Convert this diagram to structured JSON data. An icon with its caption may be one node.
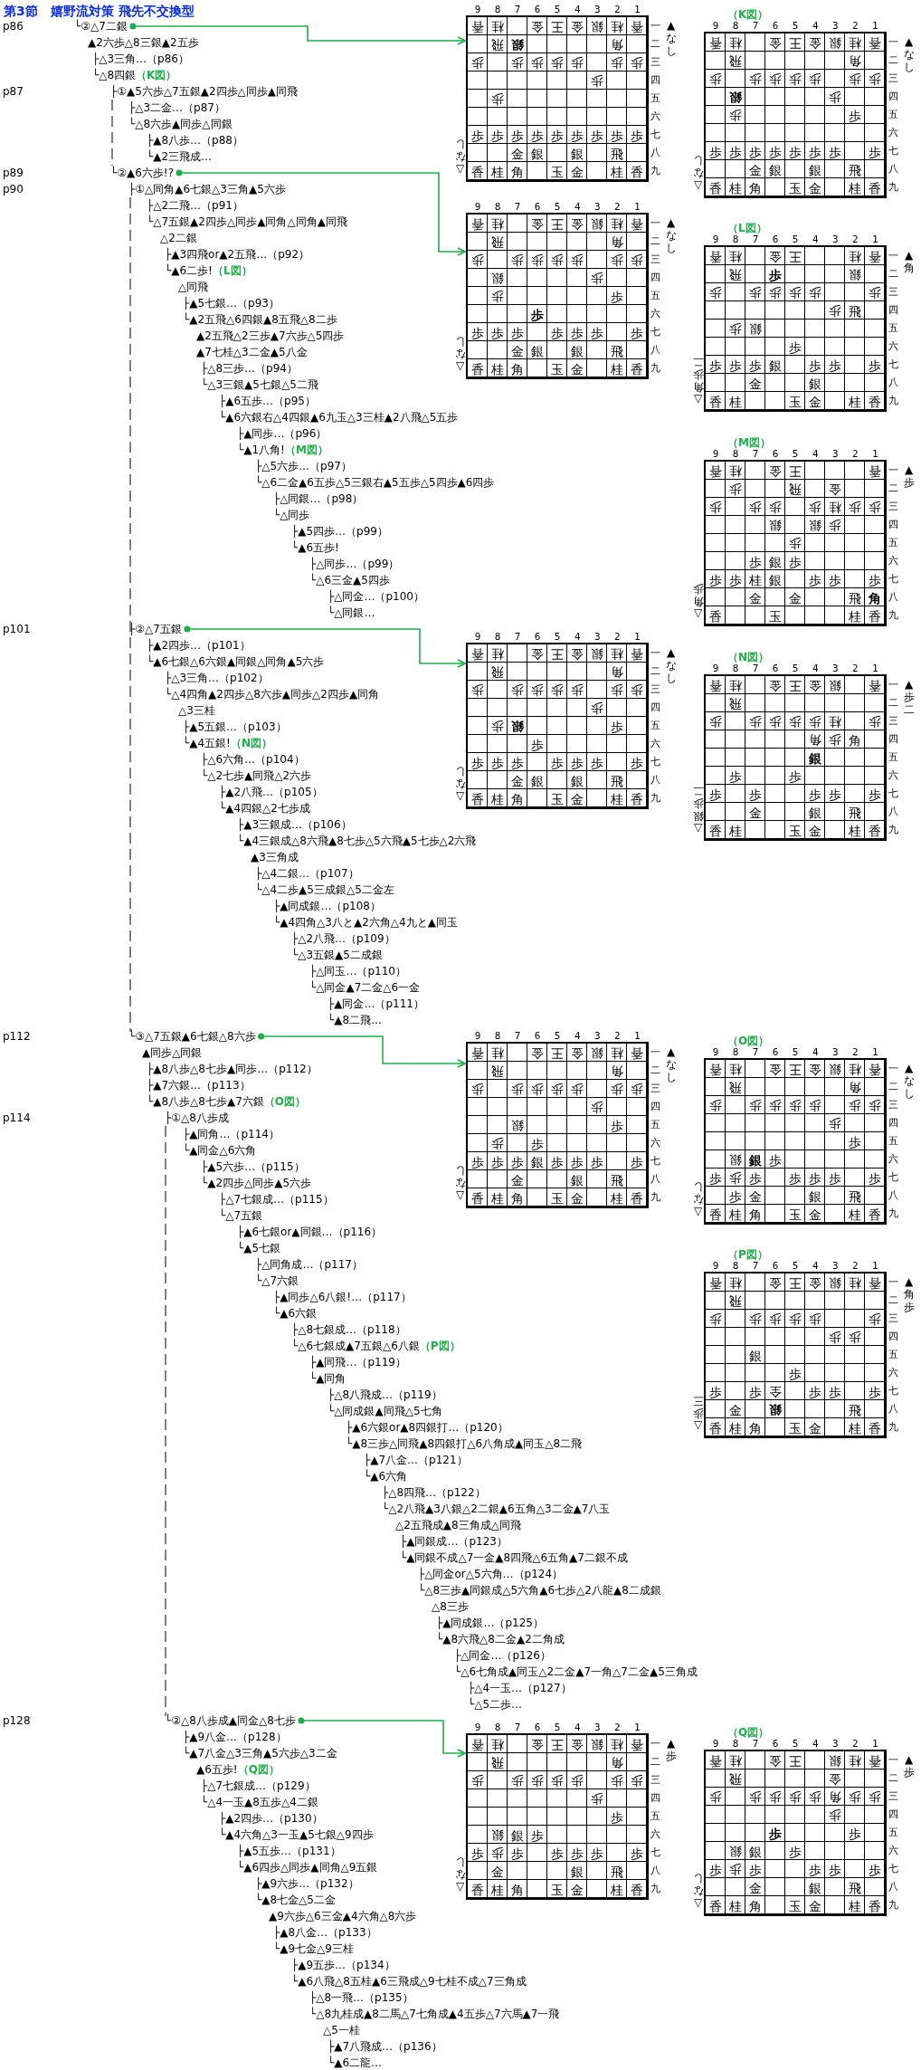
{
  "diagram": {
    "title": "第3節　嬉野流対策 飛先不交換型",
    "nodes": [
      {
        "text": [
          "└②△7二銀"
        ]
      },
      {
        "text": [
          "香",
          "桂",
          "金",
          "王",
          "金",
          "銀",
          "桂",
          "香",
          "飛",
          "銀",
          "角",
          "歩",
          "歩",
          "歩",
          "歩",
          "歩",
          "歩",
          "歩",
          "歩",
          "歩",
          "歩",
          "歩",
          "歩",
          "歩",
          "歩",
          "歩",
          "歩",
          "歩",
          "歩",
          "金",
          "銀",
          "銀",
          "飛",
          "香",
          "桂",
          "角",
          "玉",
          "金",
          "桂",
          "香"
        ],
        "beside": [
          "9 8 7 6 5 4 3 2 1",
          "一二三四五六七八九",
          "▲なし",
          "△なし"
        ]
      },
      {
        "text": [
          "（K図）",
          "香",
          "桂",
          "金",
          "王",
          "金",
          "銀",
          "桂",
          "香",
          "飛",
          "角",
          "歩",
          "歩",
          "歩",
          "歩",
          "歩",
          "歩",
          "歩",
          "銀",
          "歩",
          "歩",
          "歩",
          "歩",
          "歩",
          "歩",
          "歩",
          "歩",
          "歩",
          "歩",
          "歩",
          "金",
          "銀",
          "銀",
          "飛",
          "香",
          "桂",
          "角",
          "玉",
          "金",
          "桂",
          "香"
        ],
        "beside": [
          "9 8 7 6 5 4 3 2 1",
          "一二三四五六七八九",
          "▲なし",
          "△なし"
        ]
      },
      {
        "text": [
          "└②▲6六歩!?"
        ]
      },
      {
        "text": [
          "香",
          "桂",
          "金",
          "王",
          "金",
          "銀",
          "桂",
          "香",
          "飛",
          "角",
          "歩",
          "歩",
          "歩",
          "歩",
          "歩",
          "歩",
          "歩",
          "銀",
          "歩",
          "歩",
          "歩",
          "歩",
          "歩",
          "歩",
          "歩",
          "歩",
          "歩",
          "歩",
          "歩",
          "金",
          "銀",
          "銀",
          "飛",
          "香",
          "桂",
          "角",
          "玉",
          "金",
          "桂",
          "香"
        ],
        "beside": [
          "9 8 7 6 5 4 3 2 1",
          "一二三四五六七八九",
          "▲なし",
          "△なし"
        ]
      },
      {
        "text": [
          "（L図）",
          "香",
          "桂",
          "金",
          "王",
          "桂",
          "香",
          "飛",
          "歩",
          "銀",
          "歩",
          "歩",
          "歩",
          "歩",
          "歩",
          "歩",
          "歩",
          "飛",
          "歩",
          "銀",
          "歩",
          "歩",
          "歩",
          "歩",
          "銀",
          "歩",
          "歩",
          "歩",
          "金",
          "銀",
          "香",
          "桂",
          "玉",
          "金",
          "桂",
          "香"
        ],
        "beside": [
          "9 8 7 6 5 4 3 2 1",
          "一二三四五六七八九",
          "▲角",
          "△角歩二"
        ]
      },
      {
        "text": [
          "（M図）",
          "香",
          "桂",
          "金",
          "王",
          "香",
          "歩",
          "飛",
          "金",
          "歩",
          "歩",
          "歩",
          "歩",
          "桂",
          "歩",
          "歩",
          "銀",
          "銀",
          "歩",
          "歩",
          "歩",
          "銀",
          "歩",
          "歩",
          "歩",
          "桂",
          "銀",
          "歩",
          "歩",
          "歩",
          "金",
          "金",
          "飛",
          "角",
          "香",
          "玉",
          "桂",
          "香"
        ],
        "beside": [
          "9 8 7 6 5 4 3 2 1",
          "一二三四五六七八九",
          "▲歩",
          "△角歩"
        ]
      },
      {
        "text": [
          "├②△7五銀"
        ]
      },
      {
        "text": [
          "香",
          "桂",
          "金",
          "王",
          "金",
          "銀",
          "桂",
          "香",
          "飛",
          "角",
          "歩",
          "歩",
          "歩",
          "歩",
          "歩",
          "歩",
          "歩",
          "歩",
          "歩",
          "銀",
          "歩",
          "歩",
          "歩",
          "歩",
          "歩",
          "歩",
          "歩",
          "歩",
          "歩",
          "金",
          "銀",
          "銀",
          "飛",
          "香",
          "桂",
          "角",
          "玉",
          "金",
          "桂",
          "香"
        ],
        "beside": [
          "9 8 7 6 5 4 3 2 1",
          "一二三四五六七八九",
          "▲なし",
          "△なし"
        ]
      },
      {
        "text": [
          "（N図）",
          "香",
          "桂",
          "金",
          "王",
          "金",
          "銀",
          "香",
          "飛",
          "歩",
          "歩",
          "歩",
          "歩",
          "歩",
          "桂",
          "歩",
          "角",
          "歩",
          "角",
          "銀",
          "歩",
          "歩",
          "歩",
          "歩",
          "歩",
          "歩",
          "歩",
          "金",
          "銀",
          "飛",
          "香",
          "桂",
          "玉",
          "金",
          "桂",
          "香"
        ],
        "beside": [
          "9 8 7 6 5 4 3 2 1",
          "一二三四五六七八九",
          "▲歩二",
          "△銀歩二"
        ]
      },
      {
        "text": [
          "└③△7五銀▲6七銀△8六歩"
        ]
      },
      {
        "text": [
          "香",
          "桂",
          "金",
          "王",
          "金",
          "銀",
          "桂",
          "香",
          "飛",
          "角",
          "歩",
          "歩",
          "歩",
          "歩",
          "歩",
          "歩",
          "歩",
          "歩",
          "銀",
          "歩",
          "歩",
          "歩",
          "歩",
          "歩",
          "歩",
          "銀",
          "歩",
          "歩",
          "歩",
          "歩",
          "金",
          "銀",
          "飛",
          "香",
          "桂",
          "角",
          "玉",
          "金",
          "桂",
          "香"
        ],
        "beside": [
          "9 8 7 6 5 4 3 2 1",
          "一二三四五六七八九",
          "▲なし",
          "△なし"
        ]
      },
      {
        "text": [
          "（O図）",
          "香",
          "桂",
          "金",
          "王",
          "金",
          "銀",
          "桂",
          "香",
          "飛",
          "角",
          "歩",
          "歩",
          "歩",
          "歩",
          "歩",
          "歩",
          "歩",
          "歩",
          "歩",
          "銀",
          "銀",
          "歩",
          "歩",
          "歩",
          "歩",
          "歩",
          "歩",
          "歩",
          "歩",
          "歩",
          "金",
          "銀",
          "飛",
          "香",
          "桂",
          "角",
          "玉",
          "金",
          "桂",
          "香"
        ],
        "beside": [
          "9 8 7 6 5 4 3 2 1",
          "一二三四五六七八九",
          "▲なし",
          "△なし"
        ]
      },
      {
        "text": [
          "（P図）",
          "香",
          "桂",
          "金",
          "王",
          "金",
          "銀",
          "桂",
          "香",
          "飛",
          "歩",
          "歩",
          "歩",
          "歩",
          "歩",
          "歩",
          "歩",
          "歩",
          "銀",
          "歩",
          "歩",
          "歩",
          "全",
          "歩",
          "歩",
          "歩",
          "金",
          "銀",
          "飛",
          "香",
          "桂",
          "角",
          "玉",
          "金",
          "桂",
          "香"
        ],
        "beside": [
          "9 8 7 6 5 4 3 2 1",
          "一二三四五六七八九",
          "▲角歩",
          "△歩三"
        ]
      },
      {
        "text": [
          "└②△8八歩成▲同金△8七歩"
        ]
      },
      {
        "text": [
          "香",
          "桂",
          "金",
          "王",
          "金",
          "銀",
          "桂",
          "香",
          "飛",
          "角",
          "歩",
          "歩",
          "歩",
          "歩",
          "歩",
          "歩",
          "歩",
          "歩",
          "歩",
          "銀",
          "銀",
          "歩",
          "歩",
          "歩",
          "歩",
          "歩",
          "歩",
          "歩",
          "歩",
          "金",
          "銀",
          "飛",
          "香",
          "桂",
          "角",
          "玉",
          "金",
          "桂",
          "香"
        ],
        "beside": [
          "9 8 7 6 5 4 3 2 1",
          "一二三四五六七八九",
          "▲歩",
          "△なし"
        ]
      },
      {
        "text": [
          "（Q図）",
          "香",
          "桂",
          "金",
          "王",
          "銀",
          "桂",
          "香",
          "飛",
          "金",
          "歩",
          "歩",
          "歩",
          "歩",
          "歩",
          "角",
          "歩",
          "歩",
          "歩",
          "歩",
          "歩",
          "銀",
          "銀",
          "歩",
          "歩",
          "歩",
          "歩",
          "歩",
          "歩",
          "歩",
          "金",
          "銀",
          "飛",
          "香",
          "桂",
          "角",
          "玉",
          "金",
          "桂",
          "香"
        ],
        "beside": [
          "9 8 7 6 5 4 3 2 1",
          "一二三四五六七八九",
          "▲歩",
          "△なし"
        ]
      }
    ],
    "edges": [
      {
        "from": 0,
        "to": 1,
        "arrow": "to"
      },
      {
        "from": 3,
        "to": 4,
        "arrow": "to"
      },
      {
        "from": 7,
        "to": 8,
        "arrow": "to"
      },
      {
        "from": 10,
        "to": 11,
        "arrow": "to"
      },
      {
        "from": 14,
        "to": 15,
        "arrow": "to"
      }
    ],
    "labels": [
      "p86",
      "▲2六歩△8三銀▲2五歩",
      "├△3三角…（p86）",
      "└△8四銀",
      "（K図）",
      "p87",
      "├①▲5六歩△7五銀▲2四歩△同歩▲同飛",
      "├△3二金…（p87）",
      "└△8六歩▲同歩△同銀",
      "├▲8八歩…（p88）",
      "└▲2三飛成…",
      "p89",
      "p90",
      "├①△同角▲6七銀△3三角▲5六歩",
      "├△2二飛…（p91）",
      "└△7五銀▲2四歩△同歩▲同角△同角▲同飛",
      "△2二銀",
      "├▲3四飛or▲2五飛…（p92）",
      "└▲6二歩!",
      "（L図）",
      "△同飛",
      "├▲5七銀…（p93）",
      "└▲2五飛△6四銀▲8五飛△8二歩",
      "▲2五飛△2三歩▲7六歩△5四歩",
      "▲7七桂△3二金▲5八金",
      "├△8三歩…（p94）",
      "└△3三銀▲5七銀△5二飛",
      "├▲6五歩…（p95）",
      "└▲6六銀右△4四銀▲6九玉△3三桂▲2八飛△5五歩",
      "├▲同歩…（p96）",
      "└▲1八角!",
      "（M図）",
      "├△5六歩…（p97）",
      "└△6二金▲6五歩△5三銀右▲5五歩△5四歩▲6四歩",
      "├△同銀…（p98）",
      "└△同歩",
      "├▲5四歩…（p99）",
      "└▲6五歩!",
      "├△同歩…（p99）",
      "└△6三金▲5四歩",
      "├△同金…（p100）",
      "└△同銀…",
      "p101",
      "├▲2四歩…（p101）",
      "└▲6七銀△6六銀▲同銀△同角▲5六歩",
      "├△3三角…（p102）",
      "└△4四角▲2四歩△8六歩▲同歩△2四歩▲同角",
      "△3三桂",
      "├▲5五銀…（p103）",
      "└▲4五銀!",
      "（N図）",
      "├△6六角…（p104）",
      "└△2七歩▲同飛△2六歩",
      "├▲2八飛…（p105）",
      "└▲4四銀△2七歩成",
      "├▲3三銀成…（p106）",
      "└▲4三銀成△8六飛▲8七歩△5六飛▲5七歩△2六飛",
      "▲3三角成",
      "├△4二銀…（p107）",
      "└△4二歩▲5三成銀△5二金左",
      "├▲同成銀…（p108）",
      "└▲4四角△3八と▲2六角△4九と▲同玉",
      "├△2八飛…（p109）",
      "└△3五銀▲5二成銀",
      "├△同玉…（p110）",
      "└△同金▲7二金△6一金",
      "├▲同金…（p111）",
      "└▲8二飛…",
      "p112",
      "▲同歩△同銀",
      "├▲8八歩△8七歩▲同歩…（p112）",
      "├▲7六銀…（p113）",
      "└▲8八歩△8七歩▲7六銀",
      "（O図）",
      "p114",
      "├①△8八歩成",
      "├▲同角…（p114）",
      "└▲同金△6六角",
      "├▲5六歩…（p115）",
      "└▲2四歩△同歩▲5六歩",
      "├△7七銀成…（p115）",
      "└△7五銀",
      "├▲6七銀or▲同銀…（p116）",
      "└▲5七銀",
      "├△同角成…（p117）",
      "└△7六銀",
      "├▲同歩△6八銀!…（p117）",
      "└▲6六銀",
      "├△8七銀成…（p118）",
      "└△6七銀成▲7五銀△6八銀",
      "（P図）",
      "├▲同飛…（p119）",
      "└▲同角",
      "├△8八飛成…（p119）",
      "└△同成銀▲同飛△5七角",
      "├▲6六銀or▲8四銀打…（p120）",
      "└▲8三歩△同飛▲8四銀打△6八角成▲同玉△8二飛",
      "├▲7八金…（p121）",
      "└▲6六角",
      "├△8四飛…（p122）",
      "└△2八飛▲3八銀△2二銀▲6五角△3二金▲7八玉",
      "△2五飛成▲8三角成△同飛",
      "├▲同銀成…（p123）",
      "└▲同銀不成△7一金▲8四飛△6五角▲7二銀不成",
      "├△同金or△5六角…（p124）",
      "└△8三歩▲同銀成△5六角▲6七歩△2八龍▲8二成銀",
      "△8三歩",
      "├▲同成銀…（p125）",
      "└▲8六飛△8二金▲2二角成",
      "├△同金…（p126）",
      "└△6七角成▲同玉△2二金▲7一角△7二金▲5三角成",
      "├△4一玉…（p127）",
      "└△5二歩…",
      "p128",
      "├▲9八金…（p128）",
      "└▲7八金△3三角▲5六歩△3二金",
      "▲6五歩!",
      "（Q図）",
      "├△7七銀成…（p129）",
      "└△4一玉▲8五歩△4二銀",
      "├▲2四歩…（p130）",
      "└▲4六角△3一玉▲5七銀△9四歩",
      "├▲5五歩…（p131）",
      "└▲6四歩△同歩▲同角△9五銀",
      "├▲9六歩…（p132）",
      "└▲8七金△5二金",
      "▲9六歩△6三金▲4六角△8六歩",
      "├▲8八金…（p133）",
      "└▲9七金△9三桂",
      "├▲9五歩…（p134）",
      "└▲6八飛△8五桂▲6三飛成△9七桂不成△7三角成",
      "├△8一飛…（p135）",
      "└△8九桂成▲8二馬△7七角成▲4五歩△7六馬▲7一飛",
      "△5一桂",
      "├▲7八飛成…（p136）",
      "└▲6二龍…"
    ]
  }
}
